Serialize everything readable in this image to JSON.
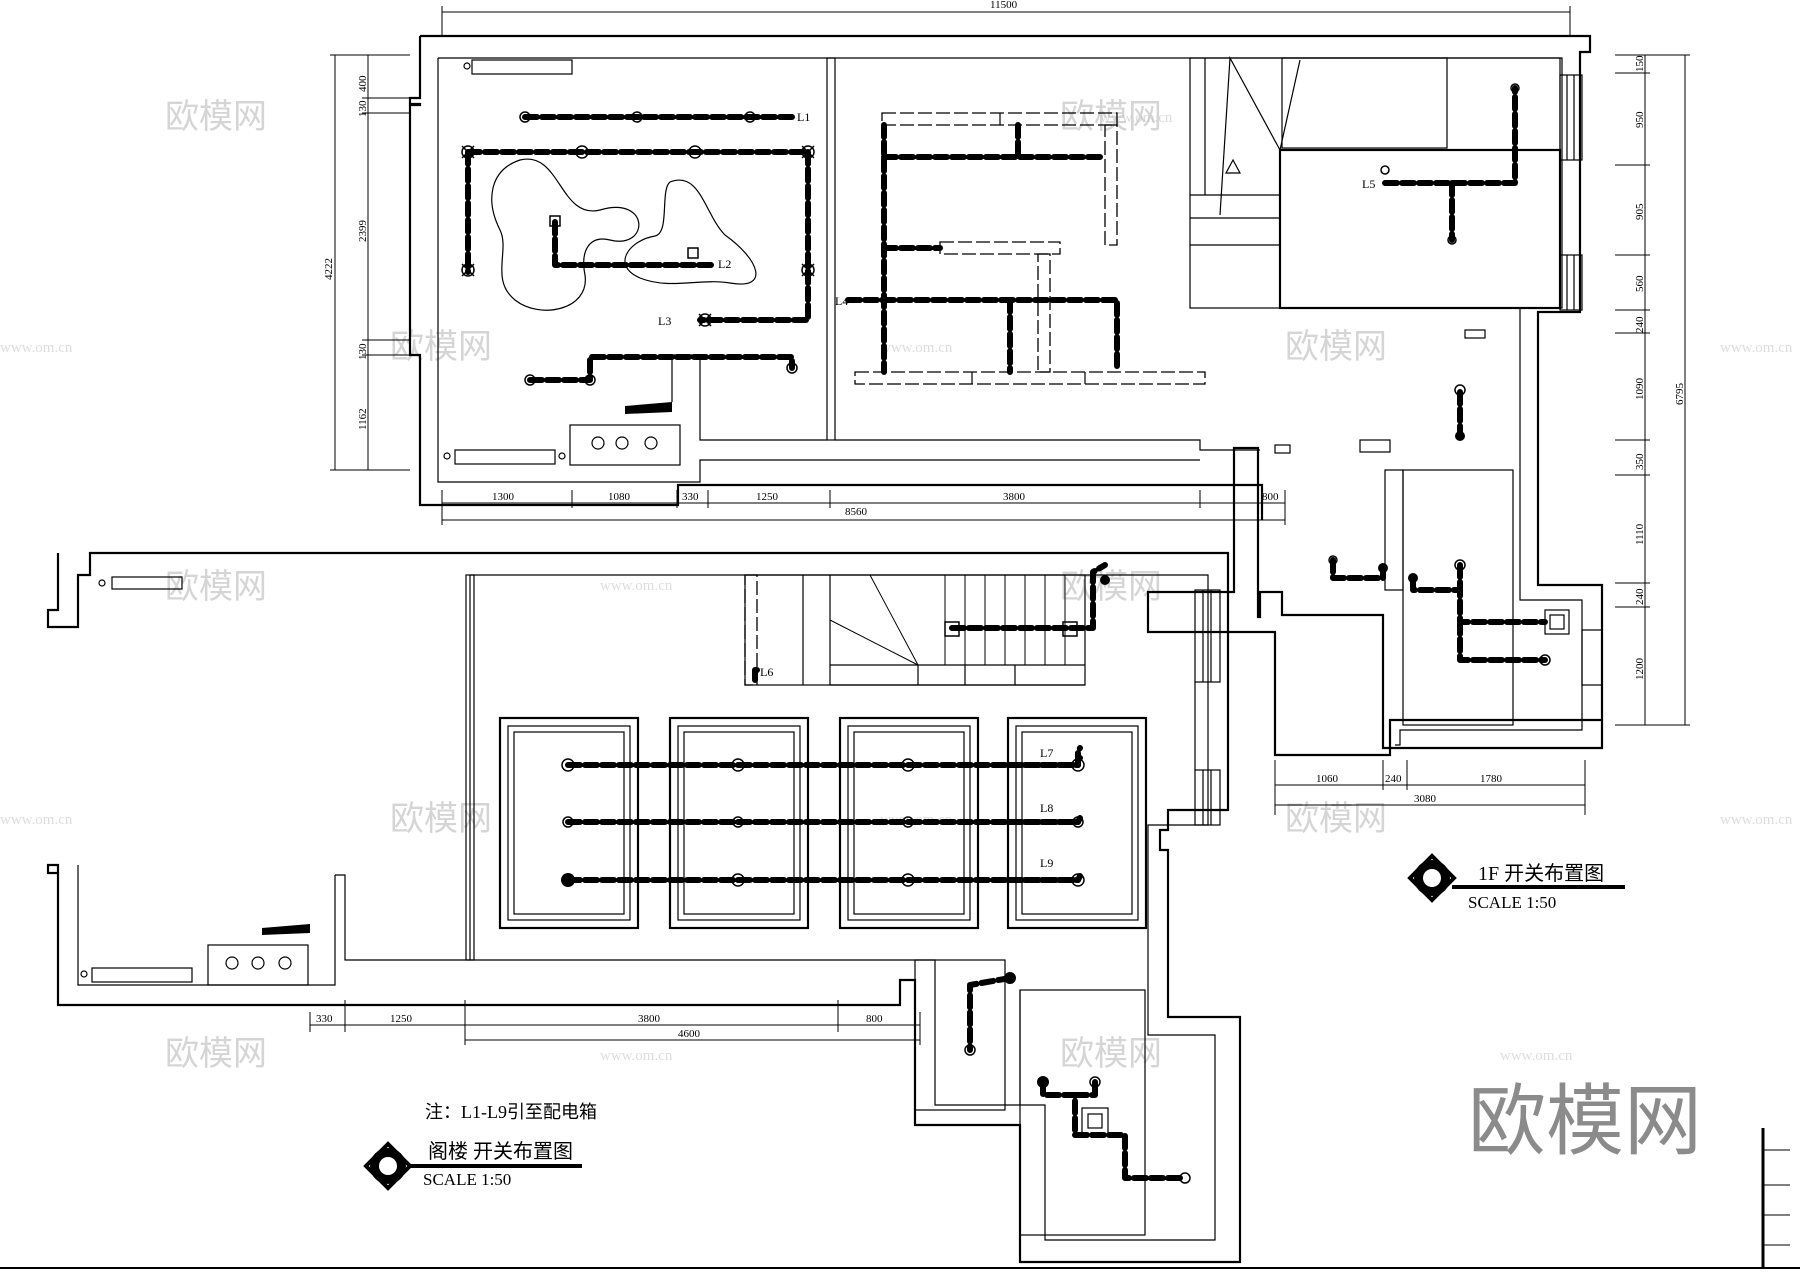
{
  "plan_1f": {
    "title": "1F 开关布置图",
    "scale": "SCALE   1:50",
    "dims_top": [
      "11500"
    ],
    "dims_left": [
      "4222",
      "400",
      "130",
      "2399",
      "130",
      "1162"
    ],
    "dims_right": [
      "150",
      "950",
      "905",
      "560",
      "240",
      "1090",
      "350",
      "1110",
      "240",
      "1200",
      "6795"
    ],
    "dims_bottom": [
      "1300",
      "1080",
      "330",
      "1250",
      "3800",
      "800",
      "8560"
    ],
    "dims_bottom_right": [
      "1060",
      "240",
      "1780",
      "3080"
    ],
    "circuit_labels": [
      "L1",
      "L2",
      "L3",
      "L4",
      "L5"
    ]
  },
  "plan_attic": {
    "title": "阁楼  开关布置图",
    "scale": "SCALE   1:50",
    "dims_bottom": [
      "330",
      "1250",
      "3800",
      "800",
      "4600"
    ],
    "circuit_labels": [
      "L6",
      "L7",
      "L8",
      "L9"
    ]
  },
  "note": "注：L1-L9引至配电箱",
  "watermark": {
    "brand": "欧模网",
    "url": "www.om.cn"
  },
  "colors": {
    "ink": "#000000",
    "watermark": "#b4b4b4",
    "paper": "#ffffff"
  }
}
